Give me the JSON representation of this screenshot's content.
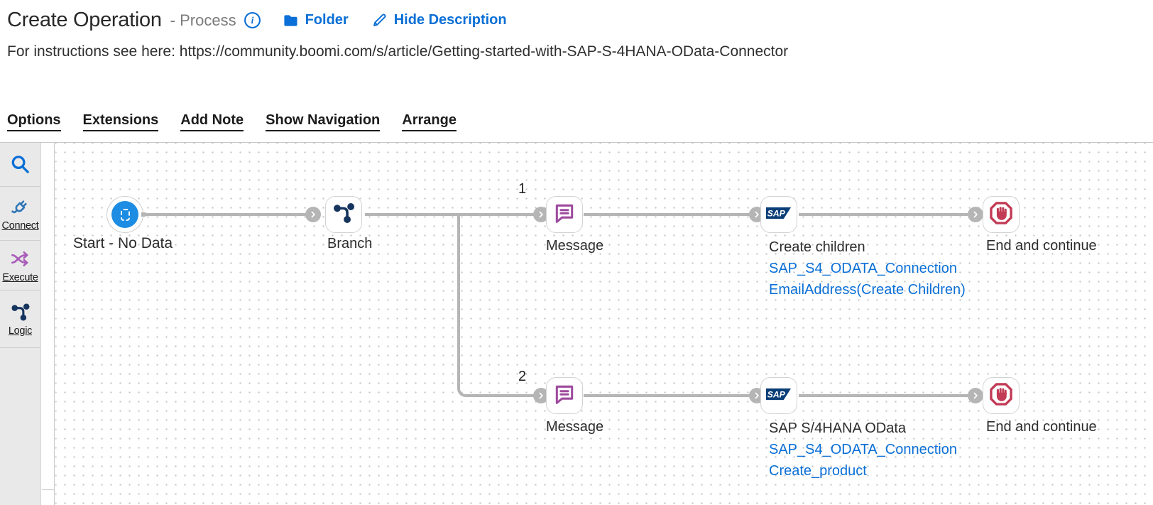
{
  "header": {
    "title": "Create Operation",
    "subtitle": "- Process",
    "folder_label": "Folder",
    "hide_description_label": "Hide Description",
    "description": "For instructions see here: https://community.boomi.com/s/article/Getting-started-with-SAP-S-4HANA-OData-Connector"
  },
  "menu": {
    "items": [
      {
        "label": "Options"
      },
      {
        "label": "Extensions"
      },
      {
        "label": "Add Note"
      },
      {
        "label": "Show Navigation"
      },
      {
        "label": "Arrange"
      }
    ]
  },
  "sidebar": {
    "items": [
      {
        "name": "search",
        "label": ""
      },
      {
        "name": "connect",
        "label": "Connect"
      },
      {
        "name": "execute",
        "label": "Execute"
      },
      {
        "name": "logic",
        "label": "Logic"
      }
    ]
  },
  "canvas": {
    "branch_numbers": [
      "1",
      "2"
    ],
    "nodes": [
      {
        "id": "start",
        "type": "start",
        "label": "Start - No Data"
      },
      {
        "id": "branch",
        "type": "branch",
        "label": "Branch"
      },
      {
        "id": "message-1",
        "type": "message",
        "label": "Message"
      },
      {
        "id": "create-children",
        "type": "sap-connector",
        "label": "Create children",
        "connection": "SAP_S4_ODATA_Connection",
        "operation": "EmailAddress(Create Children)"
      },
      {
        "id": "end-1",
        "type": "end",
        "label": "End and continue"
      },
      {
        "id": "message-2",
        "type": "message",
        "label": "Message"
      },
      {
        "id": "sap-odata",
        "type": "sap-connector",
        "label": "SAP S/4HANA OData",
        "connection": "SAP_S4_ODATA_Connection",
        "operation": "Create_product"
      },
      {
        "id": "end-2",
        "type": "end",
        "label": "End and continue"
      }
    ],
    "sap_logo_text": "SAP"
  },
  "colors": {
    "accent_blue": "#0a6fd6",
    "title_text": "#282828",
    "subtitle_text": "#7a7a7a",
    "menu_text": "#1c1c1c",
    "label_text": "#2c2c2c",
    "edge_gray": "#b5b5b5",
    "node_border": "#d3d3d3",
    "start_blue": "#1d8ce3",
    "branch_navy": "#16355e",
    "message_purple": "#9e4a9e",
    "sap_navy": "#0a3e77",
    "end_red": "#c23a55",
    "execute_purple": "#a85cb8",
    "connect_blue": "#2e75b6",
    "sidebar_bg": "#e9e9e9",
    "canvas_dot": "#c6c6c6"
  }
}
